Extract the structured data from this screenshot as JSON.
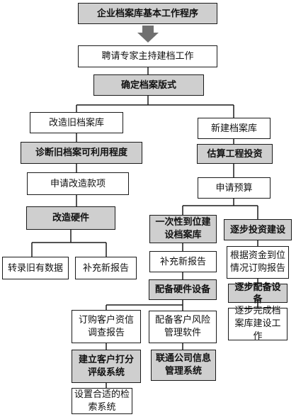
{
  "boxes": {
    "title": "企业档案库基本工作程序",
    "hire_expert": "聘请专家主持建档工作",
    "determine_format": "确定档案版式",
    "renovate_old": "改造旧档案库",
    "new_archive": "新建档案库",
    "diagnose_usability": "诊断旧档案可利用程度",
    "estimate_investment": "估算工程投资",
    "apply_renovation_funds": "申请改造款项",
    "apply_budget": "申请预算",
    "renovate_hardware": "改造硬件",
    "one_time_build": "一次性到位建设档案库",
    "gradual_invest": "逐步投资建设",
    "transfer_old_data": "转录旧有数据",
    "supplement_report_left": "补充新报告",
    "supplement_report_mid": "补充新报告",
    "order_reports_by_funds": "根据资金到位情况订购报告",
    "equip_hardware": "配备硬件设备",
    "gradual_equip": "逐步配备设备",
    "order_credit_reports": "订购客户资信调查报告",
    "risk_software": "配备客户风险管理软件",
    "complete_archive": "逐步完成档案库建设工作",
    "scoring_system": "建立客户打分评级系统",
    "company_info_system": "联通公司信息管理系统",
    "retrieval_system": "设置合适的检索系统"
  }
}
